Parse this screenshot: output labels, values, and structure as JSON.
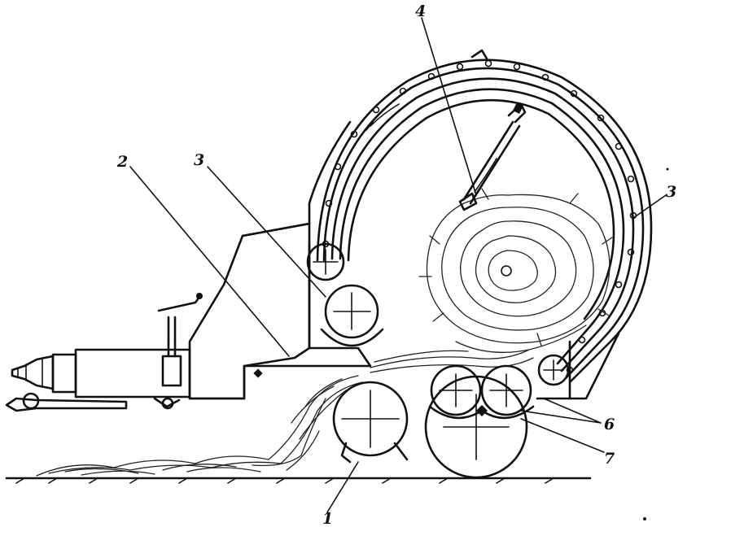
{
  "callouts": [
    {
      "id": "1",
      "label": "1"
    },
    {
      "id": "2",
      "label": "2"
    },
    {
      "id": "3a",
      "label": "3"
    },
    {
      "id": "3b",
      "label": "3"
    },
    {
      "id": "4",
      "label": "4"
    },
    {
      "id": "6",
      "label": "6"
    },
    {
      "id": "7",
      "label": "7"
    }
  ]
}
